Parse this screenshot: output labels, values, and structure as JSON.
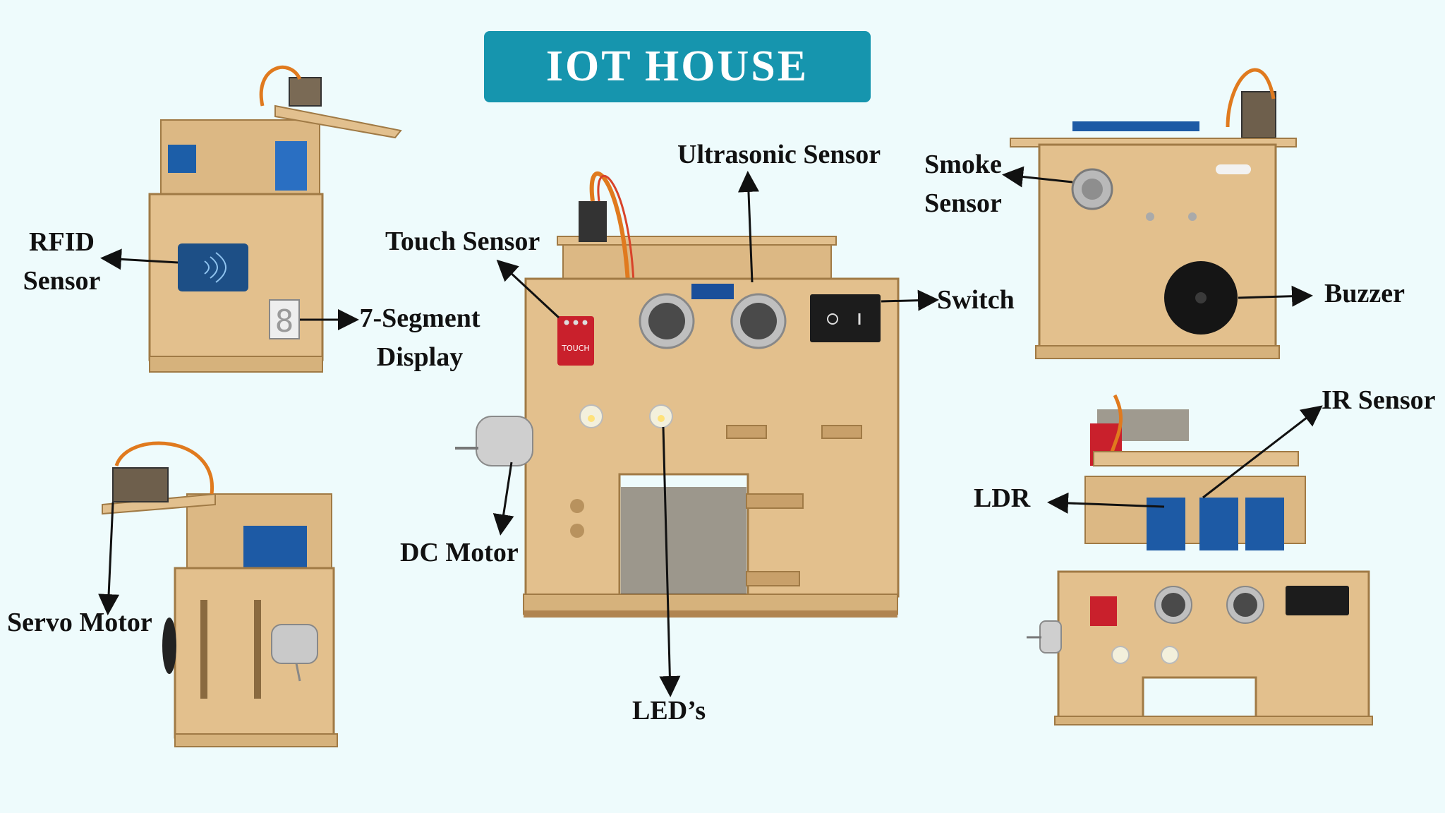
{
  "title": "IOT HOUSE",
  "colors": {
    "background": "#eefbfc",
    "title_bg": "#1695ae",
    "title_text": "#ffffff",
    "wood": "#e3c08d",
    "wood_dark": "#b88a54",
    "label_text": "#111111"
  },
  "labels": {
    "rfid_sensor": [
      "RFID",
      "Sensor"
    ],
    "seven_segment_display": [
      "7-Segment",
      "Display"
    ],
    "servo_motor": "Servo Motor",
    "touch_sensor": "Touch Sensor",
    "ultrasonic_sensor": "Ultrasonic Sensor",
    "switch": "Switch",
    "dc_motor": "DC Motor",
    "leds": "LED’s",
    "smoke_sensor": [
      "Smoke",
      "Sensor"
    ],
    "buzzer": "Buzzer",
    "ir_sensor": "IR Sensor",
    "ldr": "LDR"
  },
  "device_text": {
    "touch_pad": "TOUCH",
    "seven_segment_digit": "8"
  }
}
